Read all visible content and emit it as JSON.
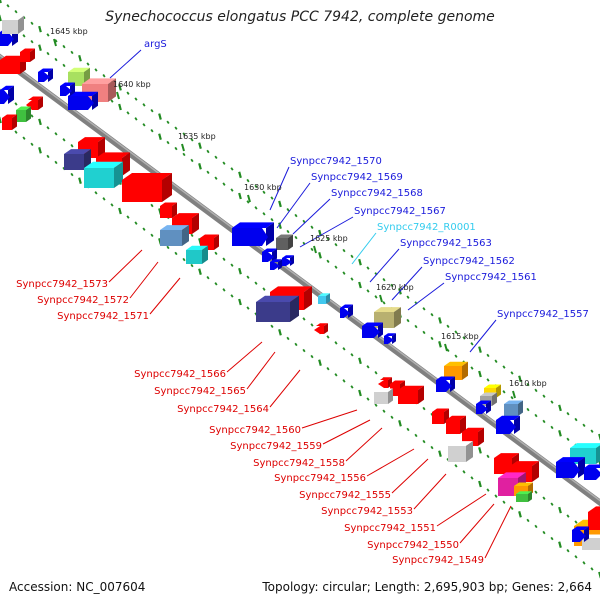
{
  "header": {
    "title": "Synechococcus elongatus PCC 7942, complete genome"
  },
  "footer": {
    "accession": "Accession: NC_007604",
    "summary": "Topology: circular; Length: 2,695,903 bp; Genes: 2,664"
  },
  "colors": {
    "backbone": "#808080",
    "tick": "#228b22",
    "forward_label": "#1a1adb",
    "reverse_label": "#dd0000",
    "rna_label": "#33ccee"
  },
  "kbp_ticks": [
    "1645 kbp",
    "1640 kbp",
    "1635 kbp",
    "1630 kbp",
    "1625 kbp",
    "1620 kbp",
    "1615 kbp",
    "1610 kbp"
  ],
  "forward_labels": [
    "argS",
    "Synpcc7942_1570",
    "Synpcc7942_1569",
    "Synpcc7942_1568",
    "Synpcc7942_1567",
    "Synpcc7942_R0001",
    "Synpcc7942_1563",
    "Synpcc7942_1562",
    "Synpcc7942_1561",
    "Synpcc7942_1557"
  ],
  "reverse_labels": [
    "Synpcc7942_1573",
    "Synpcc7942_1572",
    "Synpcc7942_1571",
    "Synpcc7942_1566",
    "Synpcc7942_1565",
    "Synpcc7942_1564",
    "Synpcc7942_1560",
    "Synpcc7942_1559",
    "Synpcc7942_1558",
    "Synpcc7942_1556",
    "Synpcc7942_1555",
    "Synpcc7942_1553",
    "Synpcc7942_1551",
    "Synpcc7942_1550",
    "Synpcc7942_1549"
  ]
}
